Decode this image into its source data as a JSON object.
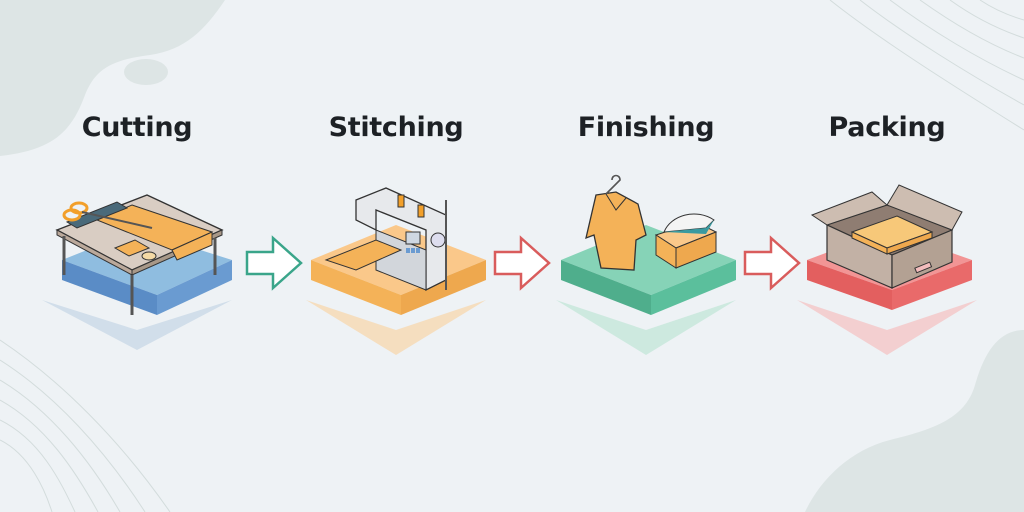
{
  "diagram": {
    "type": "process-flow",
    "direction": "left-to-right",
    "stages": [
      {
        "label": "Cutting",
        "icon": "cutting-table-icon",
        "platform_color": "#6a9bd1"
      },
      {
        "label": "Stitching",
        "icon": "sewing-machine-icon",
        "platform_color": "#f4b258"
      },
      {
        "label": "Finishing",
        "icon": "garment-iron-icon",
        "platform_color": "#5bbf9c"
      },
      {
        "label": "Packing",
        "icon": "packing-box-icon",
        "platform_color": "#e96a6a"
      }
    ],
    "arrows": [
      {
        "from": "Cutting",
        "to": "Stitching",
        "color": "#3aa58a"
      },
      {
        "from": "Stitching",
        "to": "Finishing",
        "color": "#d95c5c"
      },
      {
        "from": "Finishing",
        "to": "Packing",
        "color": "#d95c5c"
      }
    ]
  }
}
